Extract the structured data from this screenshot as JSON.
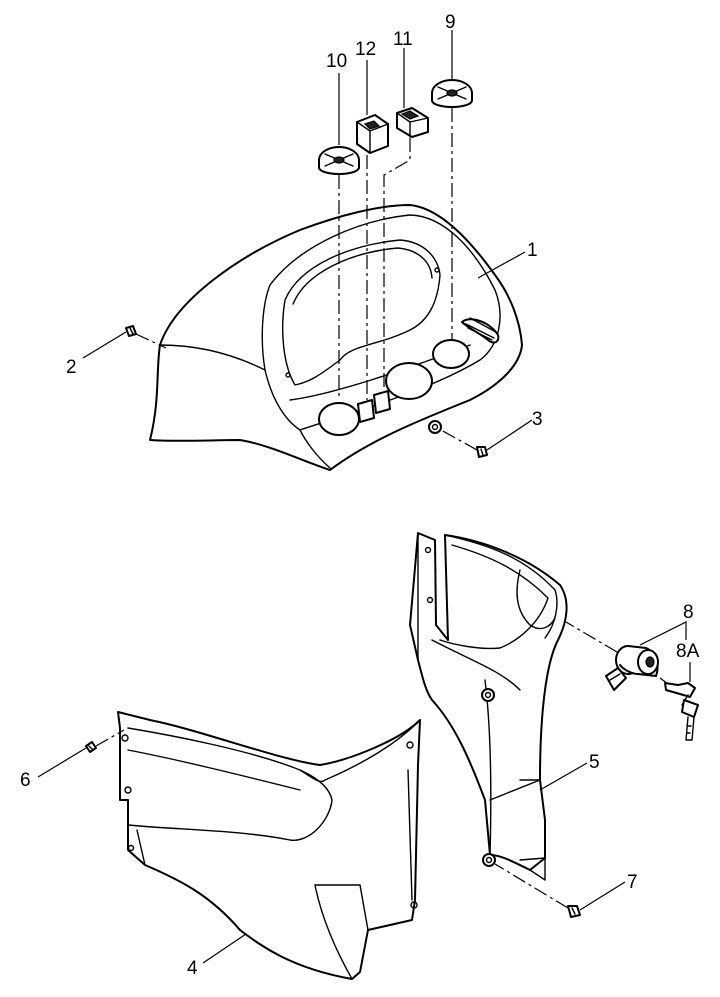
{
  "callouts": {
    "c1": "1",
    "c2": "2",
    "c3": "3",
    "c4": "4",
    "c5": "5",
    "c6": "6",
    "c7": "7",
    "c8": "8",
    "c8a": "8A",
    "c9": "9",
    "c10": "10",
    "c11": "11",
    "c12": "12"
  }
}
